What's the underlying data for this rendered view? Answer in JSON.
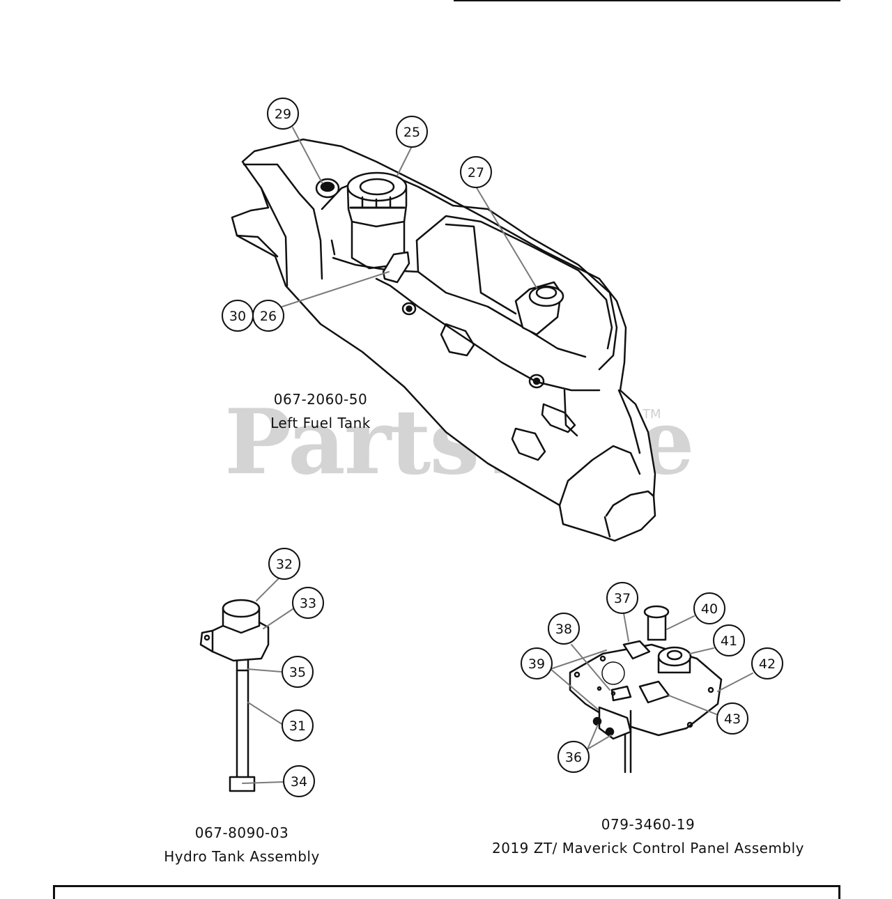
{
  "watermark": {
    "text": "PartsTree",
    "trademark": "TM"
  },
  "assemblies": {
    "left_fuel_tank": {
      "part_number": "067-2060-50",
      "name": "Left Fuel Tank"
    },
    "hydro_tank": {
      "part_number": "067-8090-03",
      "name": "Hydro Tank Assembly"
    },
    "control_panel": {
      "part_number": "079-3460-19",
      "name": "2019 ZT/ Maverick Control Panel Assembly"
    }
  },
  "callouts": [
    "29",
    "25",
    "27",
    "30",
    "26",
    "32",
    "33",
    "35",
    "31",
    "34",
    "37",
    "40",
    "38",
    "41",
    "39",
    "42",
    "43",
    "36"
  ],
  "colors": {
    "line": "#111111",
    "leader": "#7a7a7a",
    "watermark": "#d4d4d4"
  }
}
